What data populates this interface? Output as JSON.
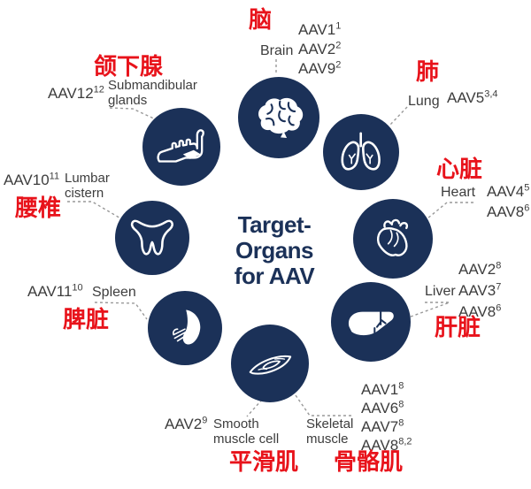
{
  "diagram": {
    "title_line1": "Target-Organs",
    "title_line2": "for AAV"
  },
  "colors": {
    "navy": "#1b3158",
    "red": "#e8131b",
    "text": "#3d3d3d",
    "connector": "#999999"
  },
  "organs": {
    "brain": {
      "cn": "脑",
      "en": "Brain",
      "icon": "brain-icon",
      "aav": [
        {
          "b": "AAV1",
          "s": "1"
        },
        {
          "b": "AAV2",
          "s": "2"
        },
        {
          "b": "AAV9",
          "s": "2"
        }
      ]
    },
    "submandibular": {
      "cn": "颌下腺",
      "en_line1": "Submandibular",
      "en_line2": "glands",
      "icon": "jaw-icon",
      "aav": [
        {
          "b": "AAV12",
          "s": "12"
        }
      ]
    },
    "lung": {
      "cn": "肺",
      "en": "Lung",
      "icon": "lungs-icon",
      "aav": [
        {
          "b": "AAV5",
          "s": "3,4"
        }
      ]
    },
    "heart": {
      "cn": "心脏",
      "en": "Heart",
      "icon": "heart-icon",
      "aav": [
        {
          "b": "AAV4",
          "s": "5"
        },
        {
          "b": "AAV8",
          "s": "6"
        }
      ]
    },
    "liver": {
      "cn": "肝脏",
      "en": "Liver",
      "icon": "liver-icon",
      "aav": [
        {
          "b": "AAV2",
          "s": "8"
        },
        {
          "b": "AAV3",
          "s": "7"
        },
        {
          "b": "AAV8",
          "s": "6"
        }
      ]
    },
    "skeletal_muscle": {
      "cn": "骨骼肌",
      "en_line1": "Skeletal",
      "en_line2": "muscle",
      "icon": "skeletal-muscle-icon",
      "aav": [
        {
          "b": "AAV1",
          "s": "8"
        },
        {
          "b": "AAV6",
          "s": "8"
        },
        {
          "b": "AAV7",
          "s": "8"
        },
        {
          "b": "AAV8",
          "s": "8,2"
        }
      ]
    },
    "smooth_muscle": {
      "cn": "平滑肌",
      "en_line1": "Smooth",
      "en_line2": "muscle cell",
      "icon": "muscle-cell-icon",
      "aav": [
        {
          "b": "AAV2",
          "s": "9"
        }
      ]
    },
    "spleen": {
      "cn": "脾脏",
      "en": "Spleen",
      "icon": "spleen-icon",
      "aav": [
        {
          "b": "AAV11",
          "s": "10"
        }
      ]
    },
    "lumbar": {
      "cn": "腰椎",
      "en_line1": "Lumbar",
      "en_line2": "cistern",
      "icon": "vertebra-icon",
      "aav": [
        {
          "b": "AAV10",
          "s": "11"
        }
      ]
    }
  }
}
